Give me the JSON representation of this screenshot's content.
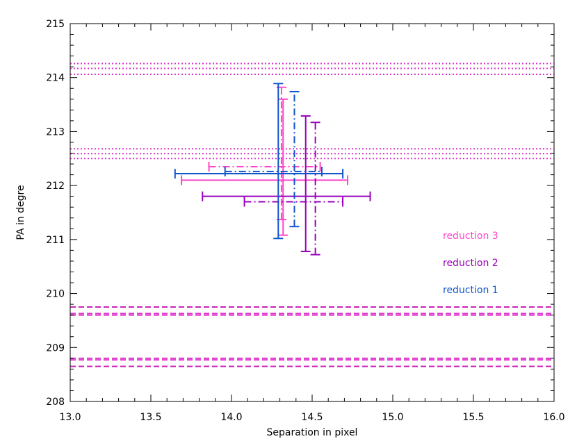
{
  "chart_data": {
    "type": "scatter",
    "title": "",
    "xlabel": "Separation in pixel",
    "ylabel": "PA in degre",
    "xlim": [
      13.0,
      16.0
    ],
    "ylim": [
      208.0,
      215.0
    ],
    "x_ticks": [
      "13.0",
      "13.5",
      "14.0",
      "14.5",
      "15.0",
      "15.5",
      "16.0"
    ],
    "y_ticks": [
      "208",
      "209",
      "210",
      "211",
      "212",
      "213",
      "214",
      "215"
    ],
    "grid": false,
    "legend_position": "right",
    "series": [
      {
        "name": "reduction 3",
        "color": "#ff44cc",
        "points": [
          {
            "x": 14.32,
            "y": 212.1,
            "x_err": [
              13.69,
              14.72
            ],
            "y_err": [
              211.08,
              213.6
            ],
            "line": "solid"
          },
          {
            "x": 14.31,
            "y": 212.35,
            "x_err": [
              13.86,
              14.55
            ],
            "y_err": [
              211.37,
              213.82
            ],
            "line": "dash-dot"
          }
        ]
      },
      {
        "name": "reduction 2",
        "color": "#9900bb",
        "points": [
          {
            "x": 14.46,
            "y": 211.8,
            "x_err": [
              13.82,
              14.86
            ],
            "y_err": [
              210.78,
              213.29
            ],
            "line": "solid"
          },
          {
            "x": 14.52,
            "y": 211.7,
            "x_err": [
              14.08,
              14.69
            ],
            "y_err": [
              210.72,
              213.17
            ],
            "line": "dash-dot"
          }
        ]
      },
      {
        "name": "reduction 1",
        "color": "#1155cc",
        "points": [
          {
            "x": 14.29,
            "y": 212.22,
            "x_err": [
              13.65,
              14.69
            ],
            "y_err": [
              211.02,
              213.89
            ],
            "line": "solid"
          },
          {
            "x": 14.39,
            "y": 212.26,
            "x_err": [
              13.96,
              14.56
            ],
            "y_err": [
              211.24,
              213.74
            ],
            "line": "dash-dot"
          }
        ]
      }
    ],
    "reference_lines": [
      {
        "y": 214.26,
        "style": "dotted",
        "color": "#dd33cc"
      },
      {
        "y": 214.17,
        "style": "dotted",
        "color": "#dd33cc"
      },
      {
        "y": 214.06,
        "style": "dotted",
        "color": "#dd33cc"
      },
      {
        "y": 212.68,
        "style": "dotted",
        "color": "#dd33cc"
      },
      {
        "y": 212.59,
        "style": "dotted",
        "color": "#dd33cc"
      },
      {
        "y": 212.5,
        "style": "dotted",
        "color": "#dd33cc"
      },
      {
        "y": 209.75,
        "style": "dashed",
        "color": "#cc22bb"
      },
      {
        "y": 209.63,
        "style": "dashed",
        "color": "#dd33cc"
      },
      {
        "y": 209.6,
        "style": "dashed",
        "color": "#dd33cc"
      },
      {
        "y": 208.8,
        "style": "dashed",
        "color": "#dd33cc"
      },
      {
        "y": 208.77,
        "style": "dashed",
        "color": "#dd33cc"
      },
      {
        "y": 208.65,
        "style": "dashed",
        "color": "#cc22bb"
      }
    ]
  }
}
